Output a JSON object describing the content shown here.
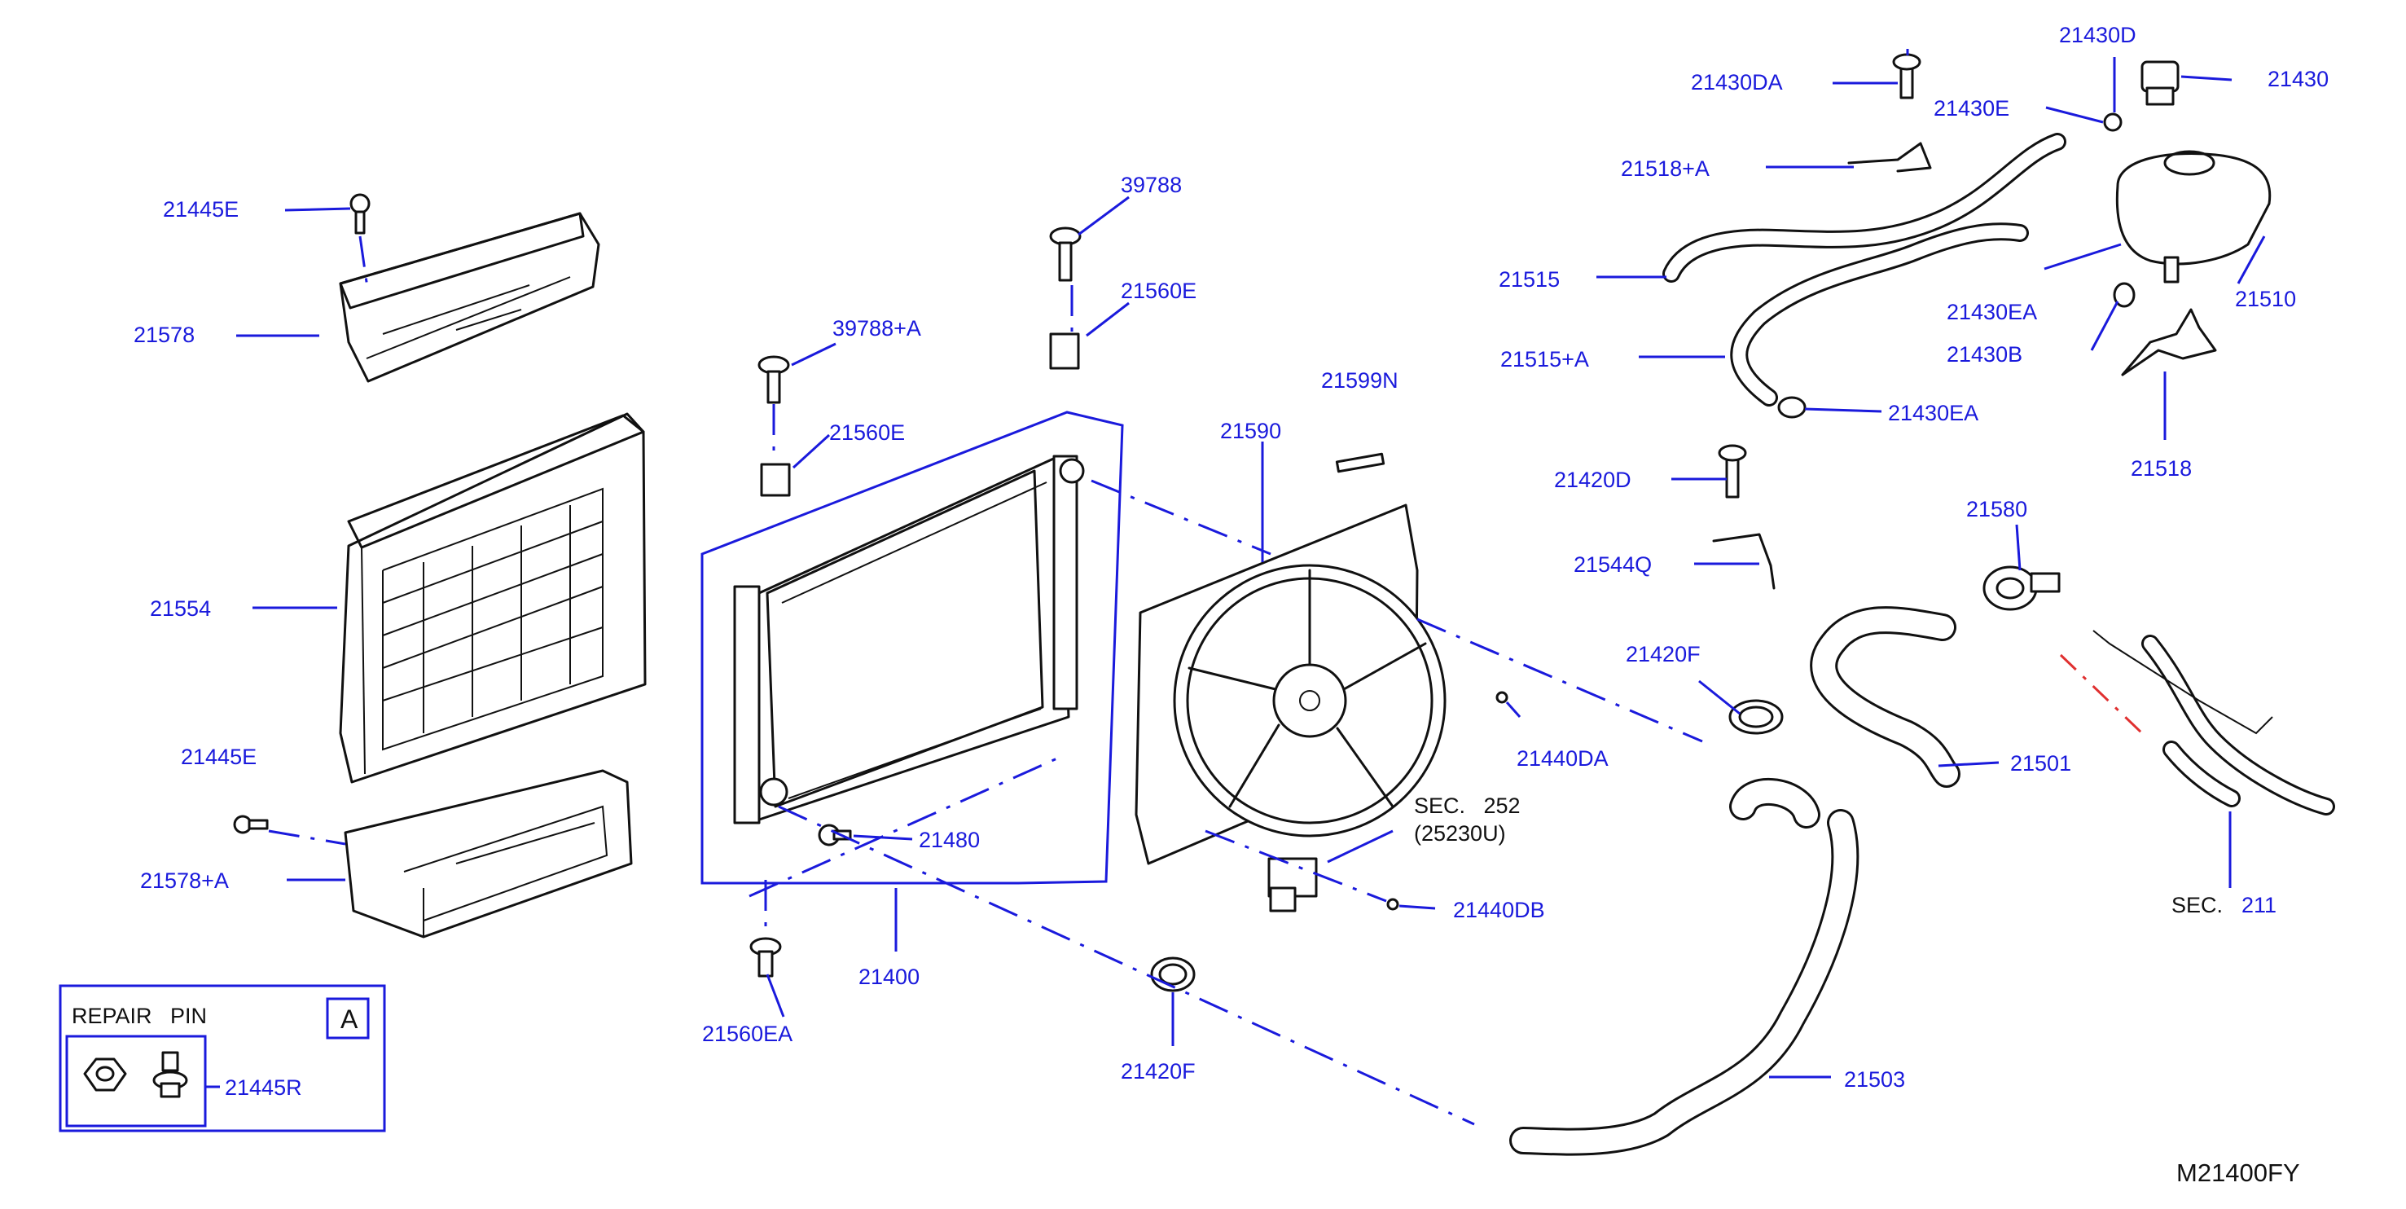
{
  "diagram_code": "M21400FY",
  "repair_pin": {
    "title": "REPAIR   PIN",
    "badge": "A",
    "part": "21445R"
  },
  "callouts": {
    "p21445E_top": "21445E",
    "p21578": "21578",
    "p21554": "21554",
    "p21445E_low": "21445E",
    "p21578A": "21578+A",
    "p39788": "39788",
    "p21560E_top": "21560E",
    "p39788A": "39788+A",
    "p21560E_mid": "21560E",
    "p21480": "21480",
    "p21400": "21400",
    "p21560EA": "21560EA",
    "p21590": "21590",
    "p21599N": "21599N",
    "p21440DA": "21440DA",
    "p21440DB": "21440DB",
    "p21420F_low": "21420F",
    "p21420F_mid": "21420F",
    "p21420D": "21420D",
    "p21544Q": "21544Q",
    "p21501": "21501",
    "p21503": "21503",
    "p21580": "21580",
    "p21430DA": "21430DA",
    "p21430D": "21430D",
    "p21430": "21430",
    "p21430E": "21430E",
    "p21518A": "21518+A",
    "p21515": "21515",
    "p21515A": "21515+A",
    "p21510": "21510",
    "p21430EA_top": "21430EA",
    "p21430B": "21430B",
    "p21430EA_low": "21430EA",
    "p21518": "21518"
  },
  "section_refs": {
    "sec252_line1": "SEC.   252",
    "sec252_line2": "(25230U)",
    "sec211_prefix": "SEC.",
    "sec211_number": "211"
  },
  "colors": {
    "callout_text": "#1a1adc",
    "drawing_line": "#111111",
    "background": "#ffffff",
    "centerline_red": "#e03030"
  }
}
